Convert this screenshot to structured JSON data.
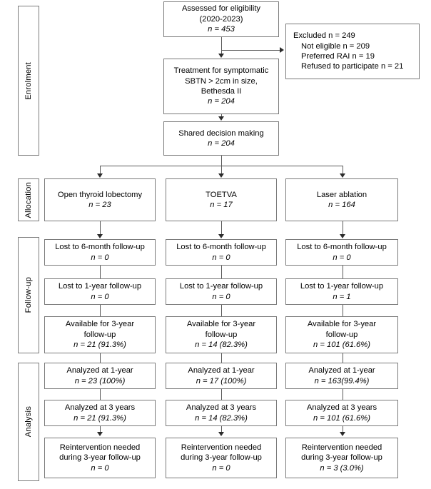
{
  "diagram": {
    "title": "CONSORT participant flow diagram",
    "type": "flowchart",
    "stages": [
      {
        "id": "enrolment",
        "label": "Enrolment"
      },
      {
        "id": "allocation",
        "label": "Allocation"
      },
      {
        "id": "followup",
        "label": "Follow-up"
      },
      {
        "id": "analysis",
        "label": "Analysis"
      }
    ],
    "enrolment": {
      "assessed": {
        "line1": "Assessed for eligibility",
        "line2": "(2020-2023)",
        "line3": "n = 453"
      },
      "excluded": {
        "line1": "Excluded n = 249",
        "line2": "Not eligible n = 209",
        "line3": "Preferred RAI n = 19",
        "line4": "Refused to participate n = 21"
      },
      "treatment": {
        "line1": "Treatment for symptomatic",
        "line2": "SBTN > 2cm in size,",
        "line3": "Bethesda II",
        "line4": "n = 204"
      },
      "shared_decision": {
        "line1": "Shared decision making",
        "line2": "n = 204"
      }
    },
    "arms": [
      {
        "id": "open-thyroid-lobectomy",
        "allocation": {
          "line1": "Open thyroid lobectomy",
          "line2": "n = 23"
        },
        "lost_6month": {
          "line1": "Lost to 6-month follow-up",
          "line2": "n = 0"
        },
        "lost_1year": {
          "line1": "Lost to 1-year follow-up",
          "line2": "n = 0"
        },
        "available_3year": {
          "line1": "Available for 3-year",
          "line2": "follow-up",
          "line3": "n = 21 (91.3%)"
        },
        "analyzed_1year": {
          "line1": "Analyzed at 1-year",
          "line2": "n = 23 (100%)"
        },
        "analyzed_3years": {
          "line1": "Analyzed at 3 years",
          "line2": "n = 21 (91.3%)"
        },
        "reintervention": {
          "line1": "Reintervention needed",
          "line2": "during 3-year follow-up",
          "line3": "n = 0"
        }
      },
      {
        "id": "toetva",
        "allocation": {
          "line1": "TOETVA",
          "line2": "n = 17"
        },
        "lost_6month": {
          "line1": "Lost to 6-month follow-up",
          "line2": "n = 0"
        },
        "lost_1year": {
          "line1": "Lost to 1-year follow-up",
          "line2": "n = 0"
        },
        "available_3year": {
          "line1": "Available for 3-year",
          "line2": "follow-up",
          "line3": "n = 14 (82.3%)"
        },
        "analyzed_1year": {
          "line1": "Analyzed at 1-year",
          "line2": "n = 17 (100%)"
        },
        "analyzed_3years": {
          "line1": "Analyzed at 3 years",
          "line2": "n = 14 (82.3%)"
        },
        "reintervention": {
          "line1": "Reintervention needed",
          "line2": "during 3-year follow-up",
          "line3": "n = 0"
        }
      },
      {
        "id": "laser-ablation",
        "allocation": {
          "line1": "Laser ablation",
          "line2": "n = 164"
        },
        "lost_6month": {
          "line1": "Lost to 6-month follow-up",
          "line2": "n = 0"
        },
        "lost_1year": {
          "line1": "Lost to 1-year follow-up",
          "line2": "n = 1"
        },
        "available_3year": {
          "line1": "Available for 3-year",
          "line2": "follow-up",
          "line3": "n = 101 (61.6%)"
        },
        "analyzed_1year": {
          "line1": "Analyzed at 1-year",
          "line2": "n = 163(99.4%)"
        },
        "analyzed_3years": {
          "line1": "Analyzed at 3 years",
          "line2": "n = 101 (61.6%)"
        },
        "reintervention": {
          "line1": "Reintervention needed",
          "line2": "during 3-year follow-up",
          "line3": "n = 3 (3.0%)"
        }
      }
    ],
    "colors": {
      "box_border": "#7a7a7a",
      "connector": "#5a5a5a",
      "arrow": "#2b2b2b",
      "text": "#000000",
      "background": "#ffffff"
    }
  }
}
